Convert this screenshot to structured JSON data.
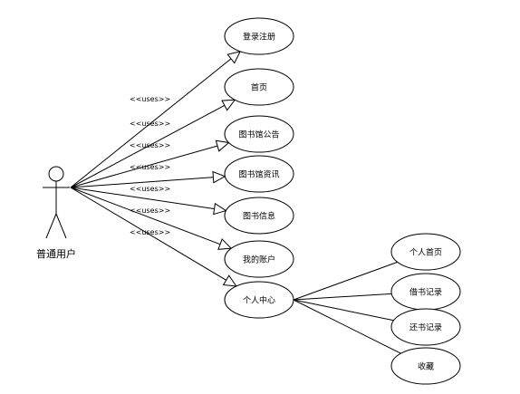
{
  "actor": {
    "label": "普通用户",
    "icon": "stick-figure-actor"
  },
  "stereotype": "<<uses>>",
  "use_cases": [
    {
      "id": "login",
      "label": "登录注册"
    },
    {
      "id": "home",
      "label": "首页"
    },
    {
      "id": "notice",
      "label": "图书馆公告"
    },
    {
      "id": "news",
      "label": "图书馆资讯"
    },
    {
      "id": "bookinfo",
      "label": "图书信息"
    },
    {
      "id": "account",
      "label": "我的账户"
    },
    {
      "id": "center",
      "label": "个人中心"
    },
    {
      "id": "profile",
      "label": "个人首页"
    },
    {
      "id": "borrow",
      "label": "借书记录"
    },
    {
      "id": "return",
      "label": "还书记录"
    },
    {
      "id": "favorite",
      "label": "收藏"
    }
  ],
  "actor_links": [
    "login",
    "home",
    "notice",
    "news",
    "bookinfo",
    "account",
    "center"
  ],
  "center_links": [
    "profile",
    "borrow",
    "return",
    "favorite"
  ]
}
